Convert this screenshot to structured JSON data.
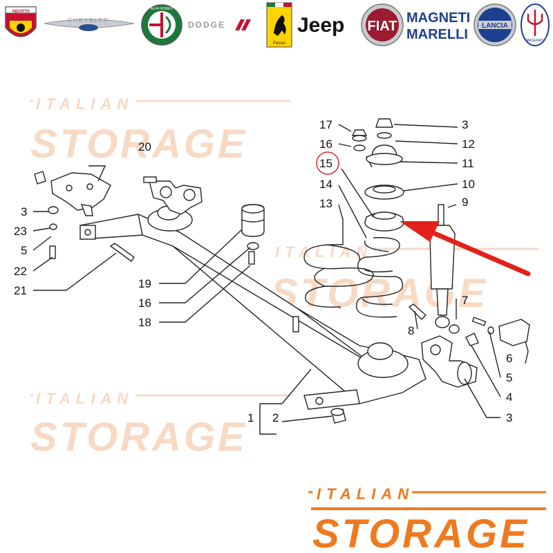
{
  "brand_logos": [
    {
      "name": "ABARTH",
      "icon": "abarth-scorpion-shield-icon",
      "color": "#c8102e"
    },
    {
      "name": "CHRYSLER",
      "icon": "chrysler-wings-icon",
      "color": "#8a8f96"
    },
    {
      "name": "ALFA ROMEO",
      "icon": "alfa-romeo-roundel-icon",
      "color": "#1a7a3a"
    },
    {
      "name": "DODGE",
      "icon": "dodge-stripes-icon",
      "color": "#c8102e"
    },
    {
      "name": "Ferrari",
      "icon": "ferrari-prancing-horse-icon",
      "color": "#ffd400"
    },
    {
      "name": "Jeep",
      "icon": "jeep-wordmark-icon",
      "color": "#111111"
    },
    {
      "name": "FIAT",
      "icon": "fiat-badge-icon",
      "color": "#9b1b30"
    },
    {
      "name": "MAGNETI MARELLI",
      "icon": "magneti-marelli-wordmark-icon",
      "color": "#1d3f8f"
    },
    {
      "name": "LANCIA",
      "icon": "lancia-shield-icon",
      "color": "#1d3f8f"
    },
    {
      "name": "MASERATI",
      "icon": "maserati-trident-icon",
      "color": "#1d3f8f"
    }
  ],
  "watermark": {
    "italian": "ITALIAN",
    "storage": "STORAGE",
    "color_faint": "#f7d9c4",
    "color_strong": "#ee7a1f"
  },
  "callouts": {
    "c17": "17",
    "c16_top": "16",
    "c15": "15",
    "c14": "14",
    "c13": "13",
    "c3_top": "3",
    "c12": "12",
    "c11": "11",
    "c10": "10",
    "c9": "9",
    "c20": "20",
    "c3_left": "3",
    "c23": "23",
    "c5_left": "5",
    "c22": "22",
    "c21": "21",
    "c19": "19",
    "c16_mid": "16",
    "c18": "18",
    "c7": "7",
    "c8": "8",
    "c6": "6",
    "c5_right": "5",
    "c4": "4",
    "c3_right": "3",
    "c1": "1",
    "c2": "2"
  },
  "highlight": {
    "part": "15",
    "circle_color": "#d9262c",
    "arrow_color": "#e3201b"
  }
}
